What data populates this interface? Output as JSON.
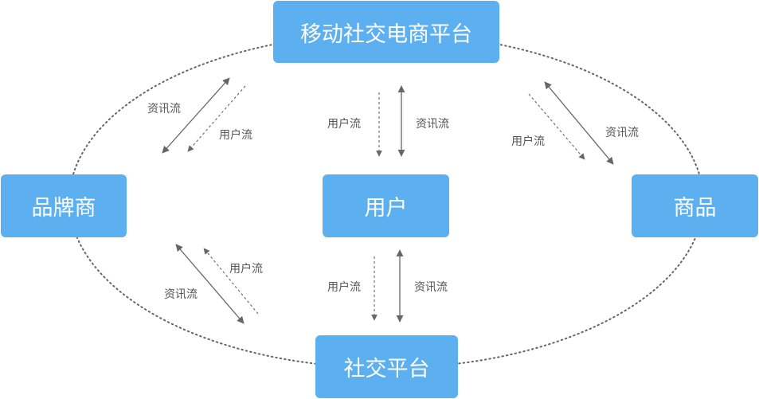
{
  "nodes": {
    "top": "移动社交电商平台",
    "left": "品牌商",
    "center": "用户",
    "right": "商品",
    "bottom": "社交平台"
  },
  "flows": {
    "info": "资讯流",
    "user": "用户流"
  },
  "colors": {
    "node_fill": "#5cb0ef",
    "node_text": "#ffffff",
    "arrow": "#666666",
    "ellipse": "#666666",
    "label": "#555555"
  }
}
